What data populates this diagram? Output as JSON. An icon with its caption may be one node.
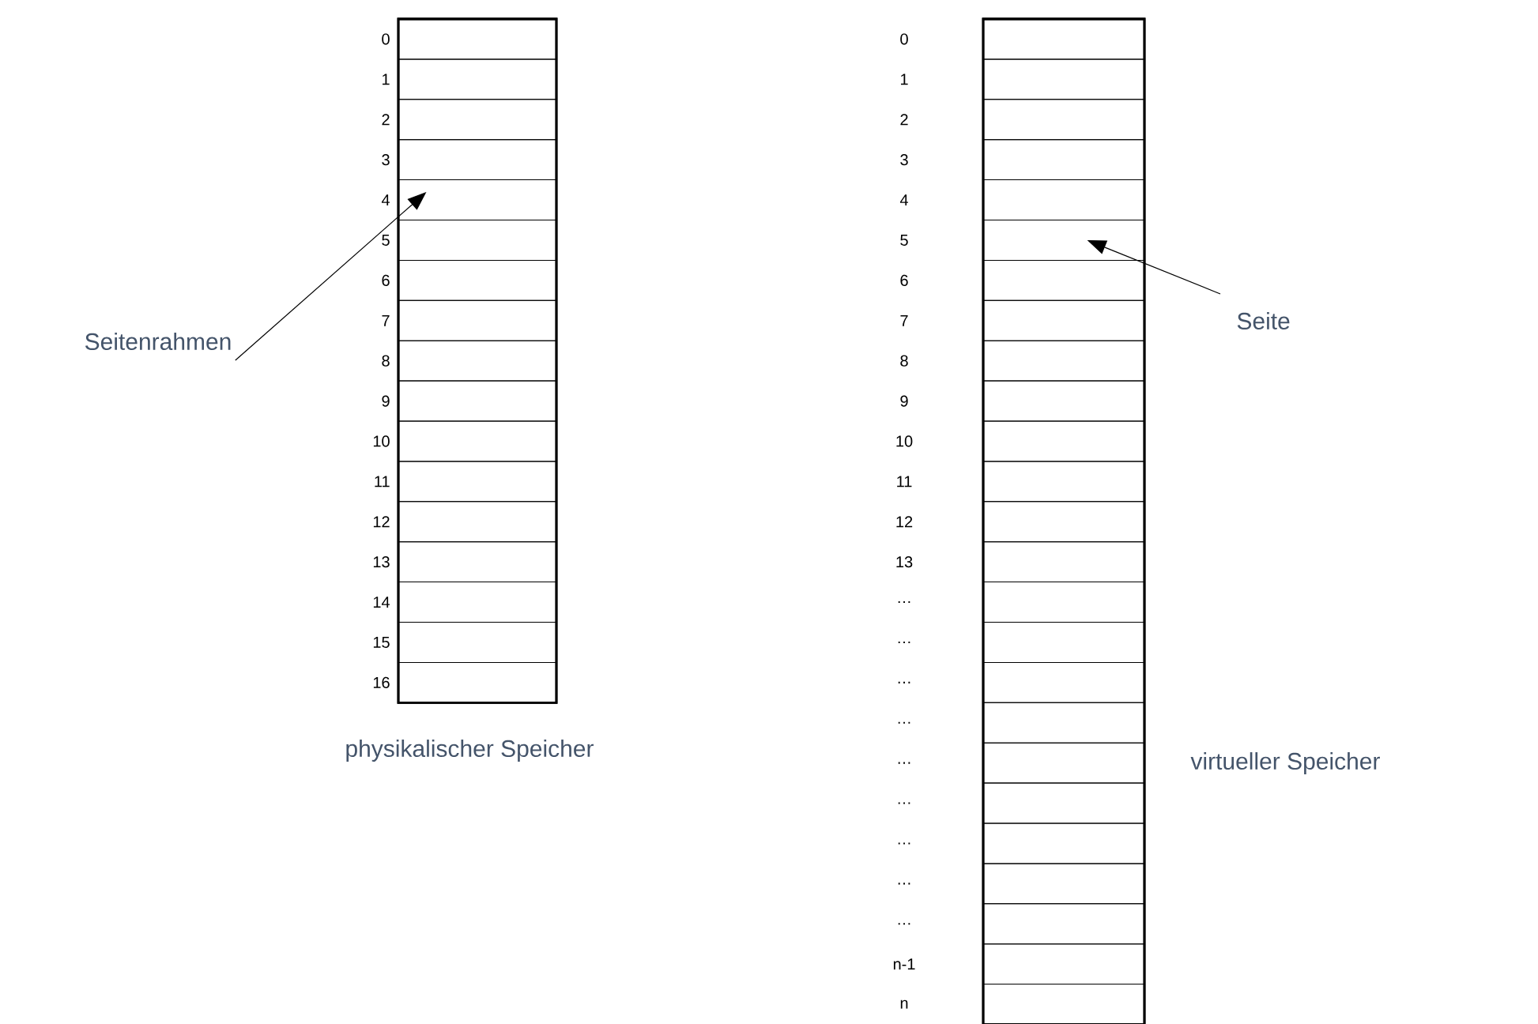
{
  "diagram": {
    "nodes": [
      {
        "text": [],
        "shape": "box",
        "beside": [
          "physikalischer Speicher"
        ]
      },
      {
        "text": [],
        "shape": "box",
        "in": 0,
        "beside": [
          "0"
        ]
      },
      {
        "text": [],
        "shape": "box",
        "in": 0,
        "beside": [
          "1"
        ]
      },
      {
        "text": [],
        "shape": "box",
        "in": 0,
        "beside": [
          "2"
        ]
      },
      {
        "text": [],
        "shape": "box",
        "in": 0,
        "beside": [
          "3"
        ]
      },
      {
        "text": [],
        "shape": "box",
        "in": 0,
        "beside": [
          "4"
        ]
      },
      {
        "text": [],
        "shape": "box",
        "in": 0,
        "beside": [
          "5"
        ]
      },
      {
        "text": [],
        "shape": "box",
        "in": 0,
        "beside": [
          "6"
        ]
      },
      {
        "text": [],
        "shape": "box",
        "in": 0,
        "beside": [
          "7"
        ]
      },
      {
        "text": [],
        "shape": "box",
        "in": 0,
        "beside": [
          "8"
        ]
      },
      {
        "text": [],
        "shape": "box",
        "in": 0,
        "beside": [
          "9"
        ]
      },
      {
        "text": [],
        "shape": "box",
        "in": 0,
        "beside": [
          "10"
        ]
      },
      {
        "text": [],
        "shape": "box",
        "in": 0,
        "beside": [
          "11"
        ]
      },
      {
        "text": [],
        "shape": "box",
        "in": 0,
        "beside": [
          "12"
        ]
      },
      {
        "text": [],
        "shape": "box",
        "in": 0,
        "beside": [
          "13"
        ]
      },
      {
        "text": [],
        "shape": "box",
        "in": 0,
        "beside": [
          "14"
        ]
      },
      {
        "text": [],
        "shape": "box",
        "in": 0,
        "beside": [
          "15"
        ]
      },
      {
        "text": [],
        "shape": "box",
        "in": 0,
        "beside": [
          "16"
        ]
      },
      {
        "text": [
          "Seitenrahmen"
        ]
      },
      {
        "text": [],
        "shape": "box",
        "beside": [
          "virtueller Speicher"
        ]
      },
      {
        "text": [],
        "shape": "box",
        "in": 19
      },
      {
        "text": [],
        "shape": "box",
        "in": 19
      },
      {
        "text": [],
        "shape": "box",
        "in": 19
      },
      {
        "text": [],
        "shape": "box",
        "in": 19
      },
      {
        "text": [],
        "shape": "box",
        "in": 19
      },
      {
        "text": [],
        "shape": "box",
        "in": 19
      },
      {
        "text": [],
        "shape": "box",
        "in": 19
      },
      {
        "text": [],
        "shape": "box",
        "in": 19
      },
      {
        "text": [],
        "shape": "box",
        "in": 19
      },
      {
        "text": [],
        "shape": "box",
        "in": 19
      },
      {
        "text": [],
        "shape": "box",
        "in": 19
      },
      {
        "text": [],
        "shape": "box",
        "in": 19
      },
      {
        "text": [],
        "shape": "box",
        "in": 19
      },
      {
        "text": [],
        "shape": "box",
        "in": 19
      },
      {
        "text": [],
        "shape": "box",
        "in": 19
      },
      {
        "text": [],
        "shape": "box",
        "in": 19
      },
      {
        "text": [],
        "shape": "box",
        "in": 19
      },
      {
        "text": [],
        "shape": "box",
        "in": 19
      },
      {
        "text": [],
        "shape": "box",
        "in": 19
      },
      {
        "text": [],
        "shape": "box",
        "in": 19
      },
      {
        "text": [],
        "shape": "box",
        "in": 19
      },
      {
        "text": [],
        "shape": "box",
        "in": 19
      },
      {
        "text": [],
        "shape": "box",
        "in": 19
      },
      {
        "text": [],
        "shape": "box",
        "in": 19
      },
      {
        "text": [],
        "shape": "box",
        "in": 19
      },
      {
        "text": [
          "Seite"
        ]
      }
    ],
    "edges": [
      {
        "from": 18,
        "to": 5,
        "arrow": "to"
      },
      {
        "from": 45,
        "to": 25,
        "arrow": "to"
      }
    ],
    "labels": [
      "0",
      "1",
      "2",
      "3",
      "4",
      "5",
      "6",
      "7",
      "8",
      "9",
      "10",
      "11",
      "12",
      "13",
      "…",
      "…",
      "…",
      "…",
      "…",
      "…",
      "…",
      "…",
      "…",
      "n-1",
      "n"
    ]
  }
}
